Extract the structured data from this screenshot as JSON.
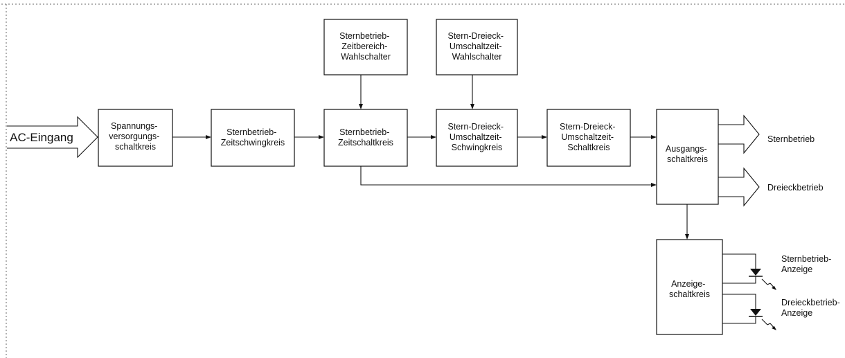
{
  "input_label": "AC-Eingang",
  "blocks": {
    "power": [
      "Spannungs-",
      "versorgungs-",
      "schaltkreis"
    ],
    "star_osc": [
      "Sternbetrieb-",
      "Zeitschwingkreis"
    ],
    "star_timer": [
      "Sternbetrieb-",
      "Zeitschaltkreis"
    ],
    "sd_osc": [
      "Stern-Dreieck-",
      "Umschaltzeit-",
      "Schwingkreis"
    ],
    "sd_switch": [
      "Stern-Dreieck-",
      "Umschaltzeit-",
      "Schaltkreis"
    ],
    "output": [
      "Ausgangs-",
      "schaltkreis"
    ],
    "star_sel": [
      "Sternbetrieb-",
      "Zeitbereich-",
      "Wahlschalter"
    ],
    "sd_sel": [
      "Stern-Dreieck-",
      "Umschaltzeit-",
      "Wahlschalter"
    ],
    "display": [
      "Anzeige-",
      "schaltkreis"
    ]
  },
  "outputs": {
    "star": "Sternbetrieb",
    "delta": "Dreieckbetrieb"
  },
  "indicators": {
    "star": [
      "Sternbetrieb-",
      "Anzeige"
    ],
    "delta": [
      "Dreieckbetrieb-",
      "Anzeige"
    ]
  }
}
